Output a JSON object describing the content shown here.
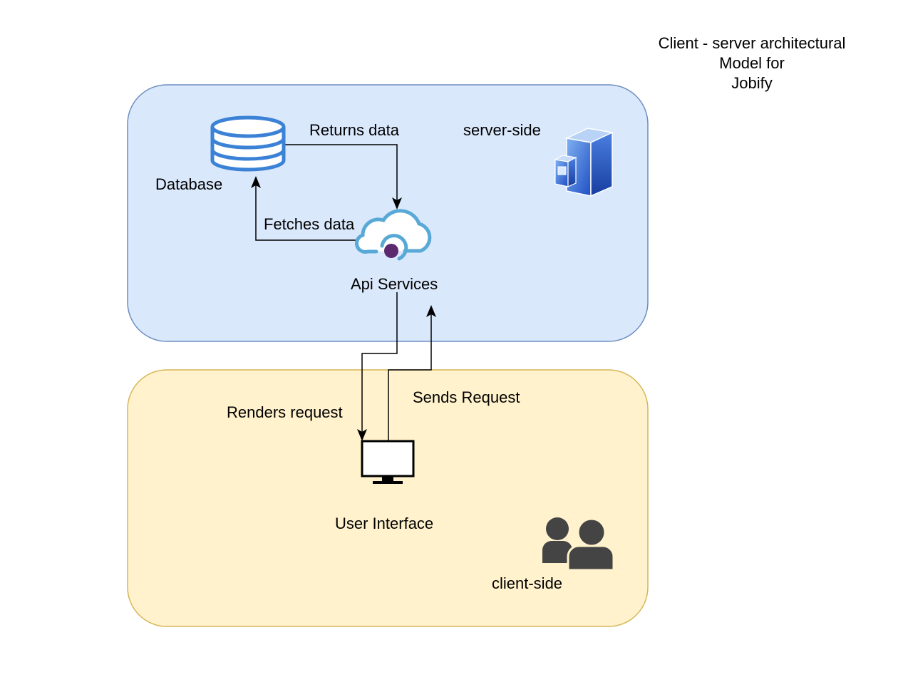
{
  "title": {
    "line1": "Client - server architectural",
    "line2": "Model for",
    "line3": "Jobify"
  },
  "zones": {
    "server": {
      "label": "server-side",
      "fill": "#dae8fc",
      "stroke": "#6c8ebf"
    },
    "client": {
      "label": "client-side",
      "fill": "#fff2cc",
      "stroke": "#d6b656"
    }
  },
  "nodes": {
    "database": {
      "label": "Database",
      "icon": "database-icon",
      "color": "#3b82d6"
    },
    "api": {
      "label": "Api Services",
      "icon": "cloud-api-icon",
      "color": "#59a9d6",
      "dot_color": "#5b2a6e"
    },
    "ui": {
      "label": "User Interface",
      "icon": "monitor-icon"
    },
    "server_icon": {
      "icon": "server-icon"
    },
    "users_icon": {
      "icon": "users-icon",
      "color": "#444444"
    }
  },
  "edges": {
    "returns": "Returns data",
    "fetches": "Fetches data",
    "renders": "Renders request",
    "sends": "Sends Request"
  }
}
